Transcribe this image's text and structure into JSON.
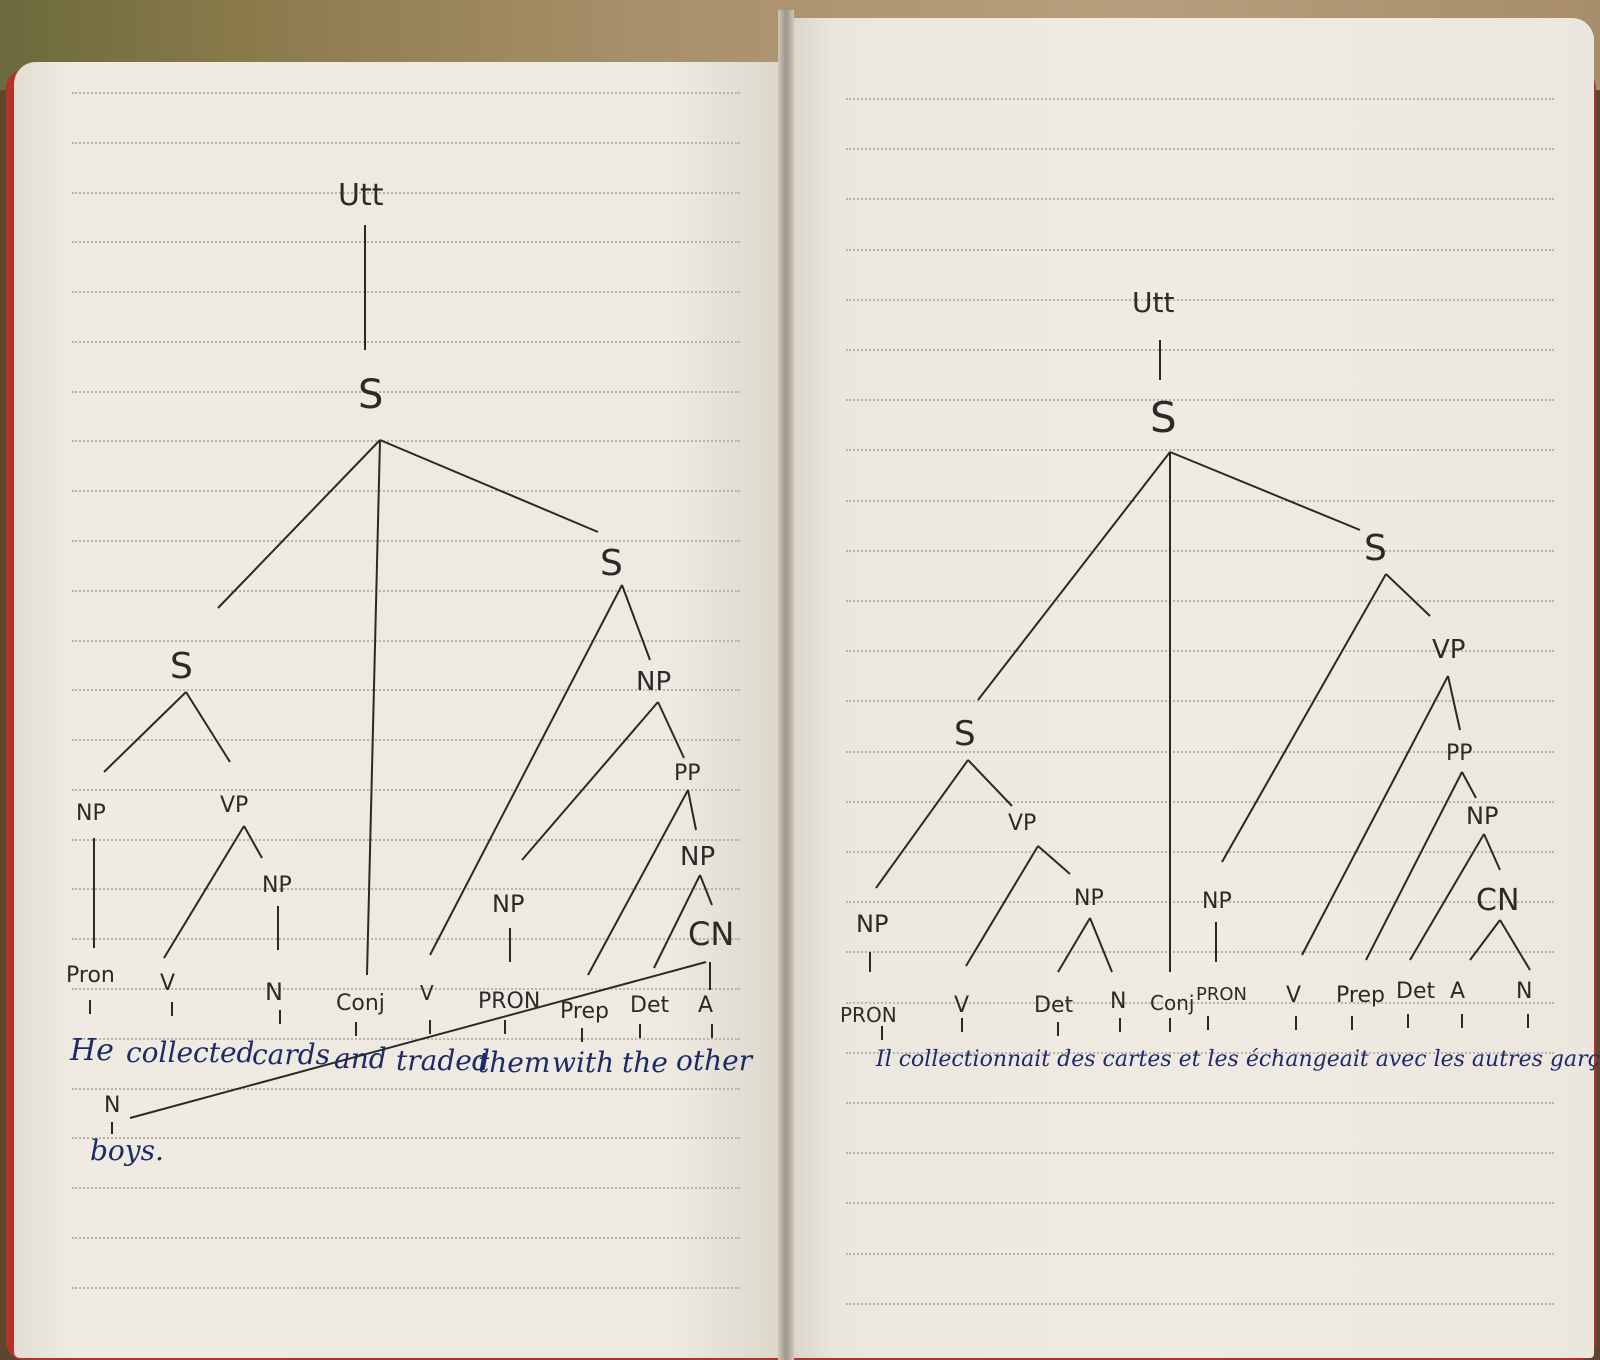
{
  "left_tree": {
    "root": "Utt",
    "s_main": "S",
    "s_left": "S",
    "s_right": "S",
    "np1": "NP",
    "vp1": "VP",
    "np2": "NP",
    "np_right": "NP",
    "pp": "PP",
    "np_inner": "NP",
    "np_pron": "NP",
    "cn": "CN",
    "pos": [
      "Pron",
      "V",
      "N",
      "Conj",
      "V",
      "PRON",
      "Prep",
      "Det",
      "A"
    ],
    "pos_n": "N",
    "sentence_words": [
      "He",
      "collected",
      "cards",
      "and",
      "traded",
      "them",
      "with",
      "the",
      "other"
    ],
    "last_word": "boys."
  },
  "right_tree": {
    "root": "Utt",
    "s_main": "S",
    "s_left": "S",
    "s_right": "S",
    "vp_top": "VP",
    "pp": "PP",
    "np_pp": "NP",
    "cn": "CN",
    "vp_left": "VP",
    "np_det": "NP",
    "np_pron1": "NP",
    "np_pron2": "NP",
    "pos": [
      "PRON",
      "V",
      "Det",
      "N",
      "Conj",
      "PRON",
      "V",
      "Prep",
      "Det",
      "A",
      "N"
    ],
    "sentence": "Il collectionnait des cartes et les échangeait avec les autres garçons"
  },
  "colors": {
    "pencil": "#2b2926",
    "ink": "#1d2a66",
    "page": "#ece8df",
    "cover": "#b3322a"
  }
}
